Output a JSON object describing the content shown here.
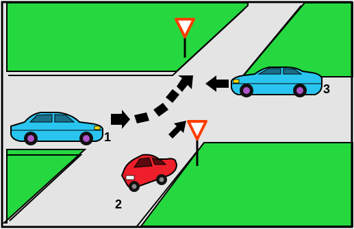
{
  "vehicles": [
    {
      "id": "1",
      "label": "1",
      "type": "sedan",
      "color": "#29c5f0",
      "facing": "right"
    },
    {
      "id": "2",
      "label": "2",
      "type": "hatchback",
      "color": "#ee1f2a",
      "facing": "up-right"
    },
    {
      "id": "3",
      "label": "3",
      "type": "sedan",
      "color": "#29c5f0",
      "facing": "left"
    }
  ],
  "signs": [
    {
      "type": "yield",
      "location": "top"
    },
    {
      "type": "yield",
      "location": "bottom-right"
    }
  ],
  "colors": {
    "grass": "#26d83f",
    "road": "#e4e4e4",
    "outline": "#000000",
    "sign_border": "#ff3c00",
    "sign_fill": "#ffffff"
  }
}
